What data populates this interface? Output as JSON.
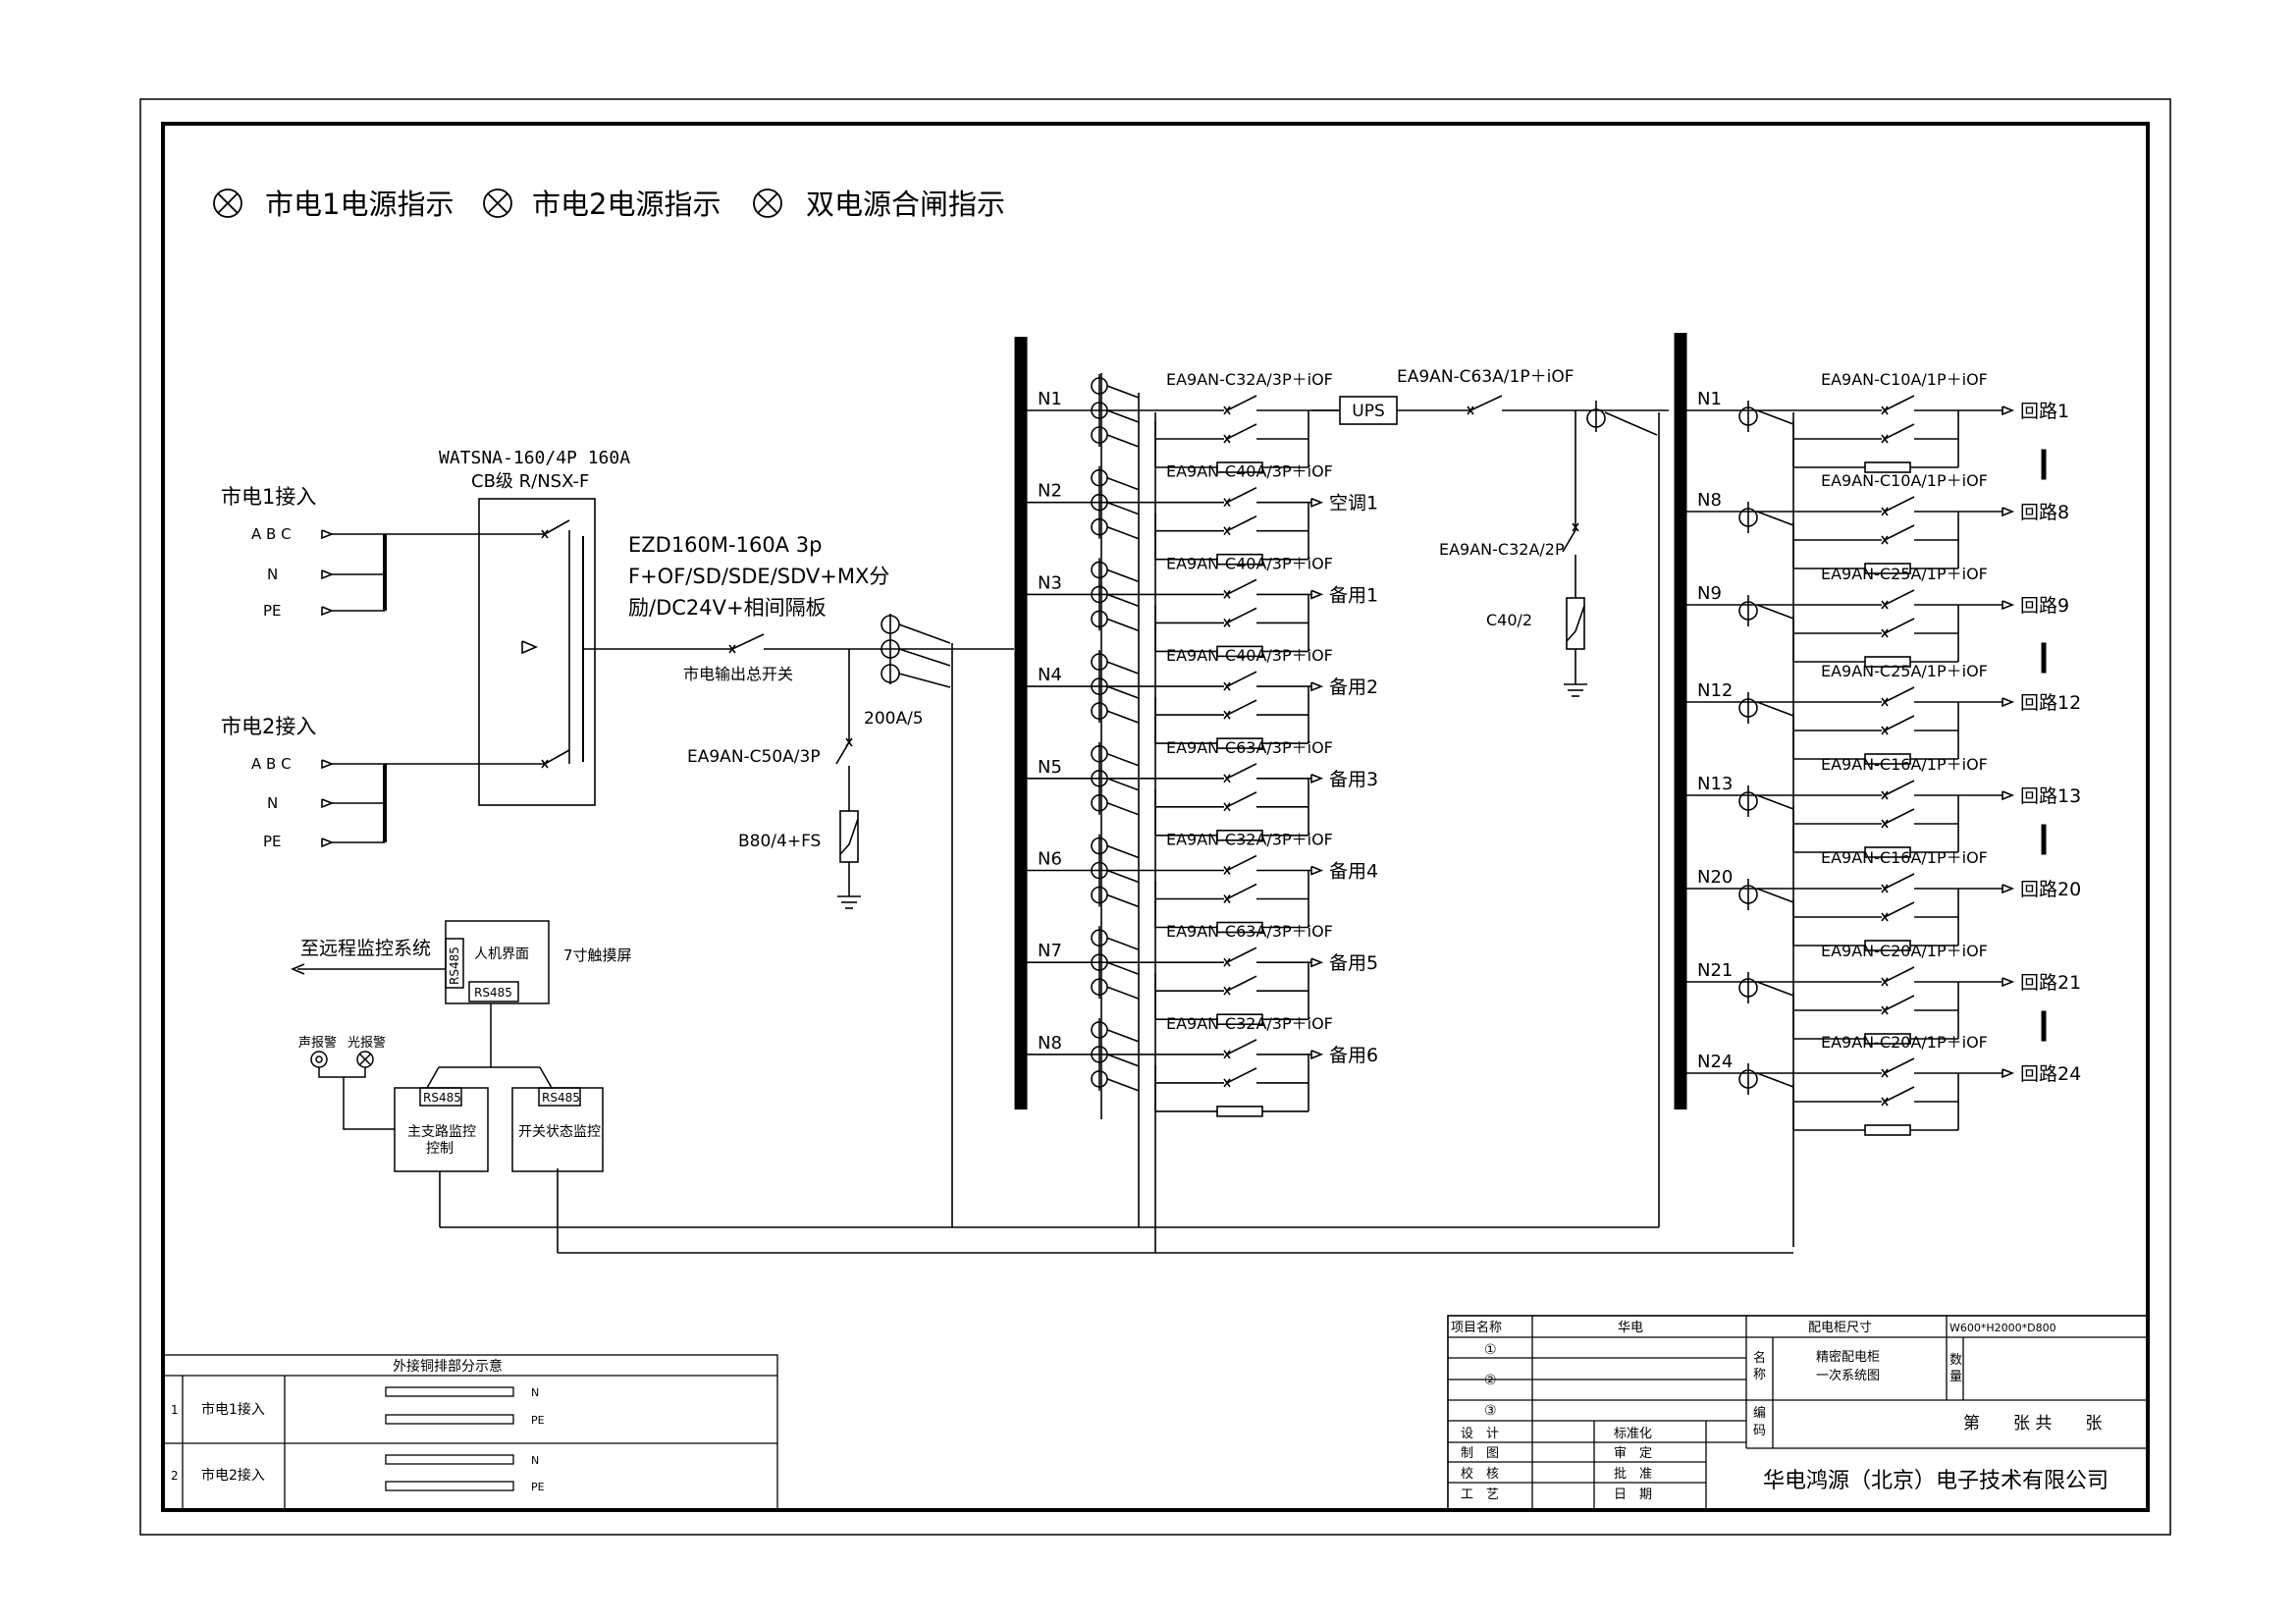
{
  "indicators": [
    {
      "icon": "lamp-icon",
      "label": "市电1电源指示"
    },
    {
      "icon": "lamp-icon",
      "label": "市电2电源指示"
    },
    {
      "icon": "lamp-icon",
      "label": "双电源合闸指示"
    }
  ],
  "inputs": {
    "mains1_label": "市电1接入",
    "mains2_label": "市电2接入",
    "abc": "A B C",
    "n": "N",
    "pe": "PE"
  },
  "ats": {
    "model": "WATSNA-160/4P 160A",
    "grade": "CB级 R/NSX-F"
  },
  "main_breaker": {
    "line1": "EZD160M-160A 3p",
    "line2": "F+OF/SD/SDE/SDV+MX分",
    "line3": "励/DC24V+相间隔板",
    "name": "市电输出总开关",
    "ct": "200A/5"
  },
  "spd_left": {
    "breaker": "EA9AN-C50A/3P",
    "arrester": "B80/4+FS"
  },
  "left_bus": {
    "branches": [
      {
        "node": "N1",
        "breaker": "EA9AN-C32A/3P＋iOF",
        "load": ""
      },
      {
        "node": "N2",
        "breaker": "EA9AN-C40A/3P＋iOF",
        "load": "空调1"
      },
      {
        "node": "N3",
        "breaker": "EA9AN-C40A/3P＋iOF",
        "load": "备用1"
      },
      {
        "node": "N4",
        "breaker": "EA9AN-C40A/3P＋iOF",
        "load": "备用2"
      },
      {
        "node": "N5",
        "breaker": "EA9AN-C63A/3P＋iOF",
        "load": "备用3"
      },
      {
        "node": "N6",
        "breaker": "EA9AN-C32A/3P＋iOF",
        "load": "备用4"
      },
      {
        "node": "N7",
        "breaker": "EA9AN-C63A/3P＋iOF",
        "load": "备用5"
      },
      {
        "node": "N8",
        "breaker": "EA9AN-C32A/3P＋iOF",
        "load": "备用6"
      }
    ]
  },
  "ups": {
    "label": "UPS",
    "out_breaker": "EA9AN-C63A/1P＋iOF"
  },
  "spd_right": {
    "breaker": "EA9AN-C32A/2P",
    "arrester": "C40/2"
  },
  "right_bus": {
    "branches": [
      {
        "node": "N1",
        "breaker": "EA9AN-C10A/1P＋iOF",
        "load": "回路1"
      },
      {
        "node": "N8",
        "breaker": "EA9AN-C10A/1P＋iOF",
        "load": "回路8"
      },
      {
        "node": "N9",
        "breaker": "EA9AN-C25A/1P＋iOF",
        "load": "回路9"
      },
      {
        "node": "N12",
        "breaker": "EA9AN-C25A/1P＋iOF",
        "load": "回路12"
      },
      {
        "node": "N13",
        "breaker": "EA9AN-C16A/1P＋iOF",
        "load": "回路13"
      },
      {
        "node": "N20",
        "breaker": "EA9AN-C16A/1P＋iOF",
        "load": "回路20"
      },
      {
        "node": "N21",
        "breaker": "EA9AN-C20A/1P＋iOF",
        "load": "回路21"
      },
      {
        "node": "N24",
        "breaker": "EA9AN-C20A/1P＋iOF",
        "load": "回路24"
      }
    ]
  },
  "monitor": {
    "remote": "至远程监控系统",
    "hmi": "人机界面",
    "screen": "7寸触摸屏",
    "rs485": "RS485",
    "sound_alarm": "声报警",
    "light_alarm": "光报警",
    "main_branch_line1": "主支路监控",
    "main_branch_line2": "控制",
    "switch_state": "开关状态监控"
  },
  "copper_table": {
    "title": "外接铜排部分示意",
    "rows": [
      {
        "no": "1",
        "name": "市电1接入",
        "bars": [
          "N",
          "PE"
        ]
      },
      {
        "no": "2",
        "name": "市电2接入",
        "bars": [
          "N",
          "PE"
        ]
      }
    ]
  },
  "title_block": {
    "project_label": "项目名称",
    "project_value": "华电",
    "size_label": "配电柜尺寸",
    "size_value": "W600*H2000*D800",
    "circle1": "①",
    "circle2": "②",
    "circle3": "③",
    "name_label_1": "名",
    "name_label_2": "称",
    "name_value_1": "精密配电柜",
    "name_value_2": "一次系统图",
    "qty_label_1": "数",
    "qty_label_2": "量",
    "code_label_1": "编",
    "code_label_2": "码",
    "sheet": "第　　张 共　　张",
    "roles_left": [
      "设　计",
      "制　图",
      "校　核",
      "工　艺"
    ],
    "roles_right": [
      "标准化",
      "审　定",
      "批　准",
      "日　期"
    ],
    "company": "华电鸿源（北京）电子技术有限公司"
  }
}
